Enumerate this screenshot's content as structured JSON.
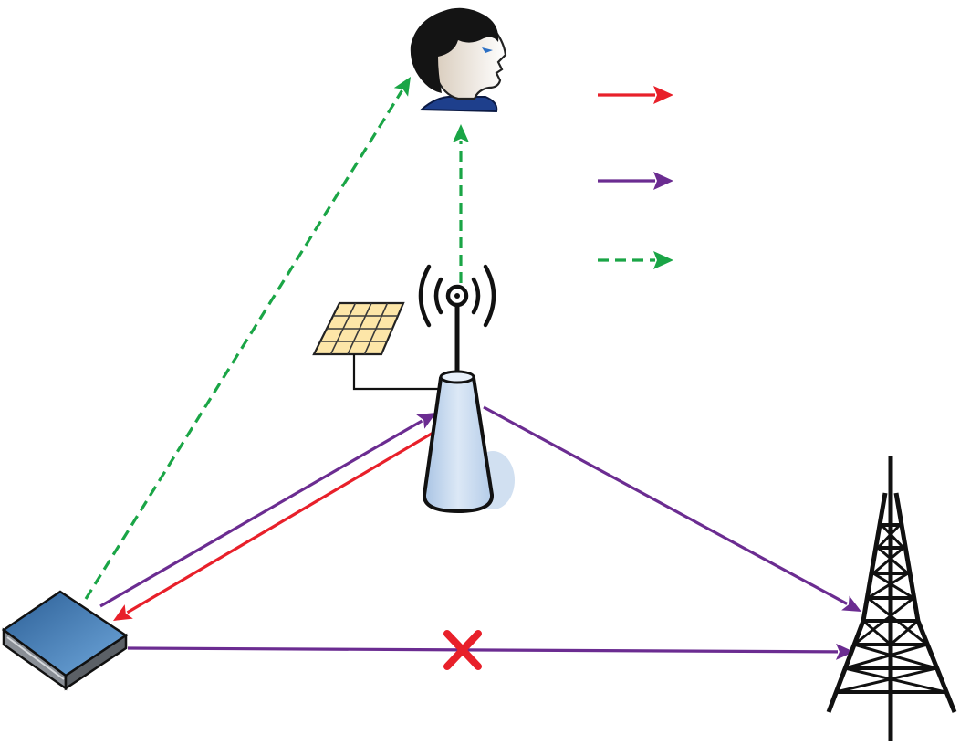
{
  "colors": {
    "energy_link": "#e8202a",
    "info_link": "#6b2c91",
    "wireless_link": "#1aa546",
    "cross": "#e8202a",
    "device_blue": "#4a88c6",
    "relay_body": "#c5d8ee",
    "solar_cell": "#fde6a8",
    "tower": "#111111",
    "hair": "#111111",
    "collar": "#1e3f8c"
  },
  "legend": [
    {
      "style": "solid-red-arrow",
      "label": ""
    },
    {
      "style": "solid-purple-arrow",
      "label": ""
    },
    {
      "style": "dashed-green-arrow",
      "label": ""
    }
  ],
  "nodes": {
    "user": {
      "icon": "person-head-icon"
    },
    "relay": {
      "icon": "relay-antenna-icon"
    },
    "solar_panel": {
      "icon": "solar-panel-icon"
    },
    "source_device": {
      "icon": "router-device-icon"
    },
    "base_station": {
      "icon": "cell-tower-icon"
    }
  },
  "links": {
    "blocked_direct_link": {
      "blocked": true,
      "marker": "cross-icon"
    }
  }
}
